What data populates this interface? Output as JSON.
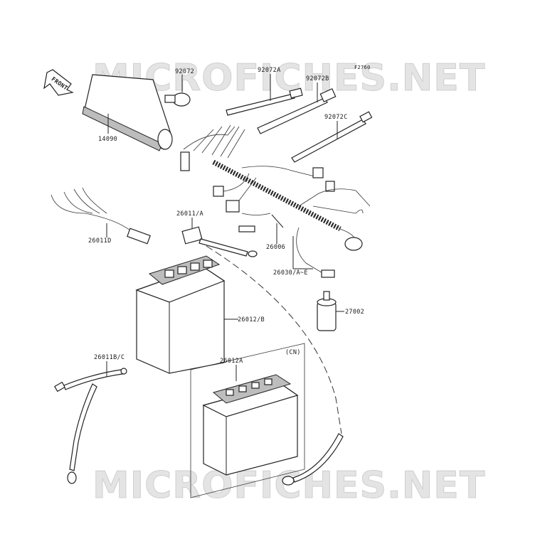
{
  "figure_code": "F2760",
  "watermark": "MICROFICHES.NET",
  "front_arrow_label": "FRONT",
  "region_note": "(CN)",
  "labels": {
    "p92072": "92072",
    "p92072A": "92072A",
    "p92072B": "92072B",
    "p92072C": "92072C",
    "p14090": "14090",
    "p26011D": "26011D",
    "p26011A": "26011/A",
    "p26006": "26006",
    "p26030": "26030/A~E",
    "p27002": "27002",
    "p26012B": "26012/B",
    "p26011BC": "26011B/C",
    "p26012A": "26012A"
  }
}
